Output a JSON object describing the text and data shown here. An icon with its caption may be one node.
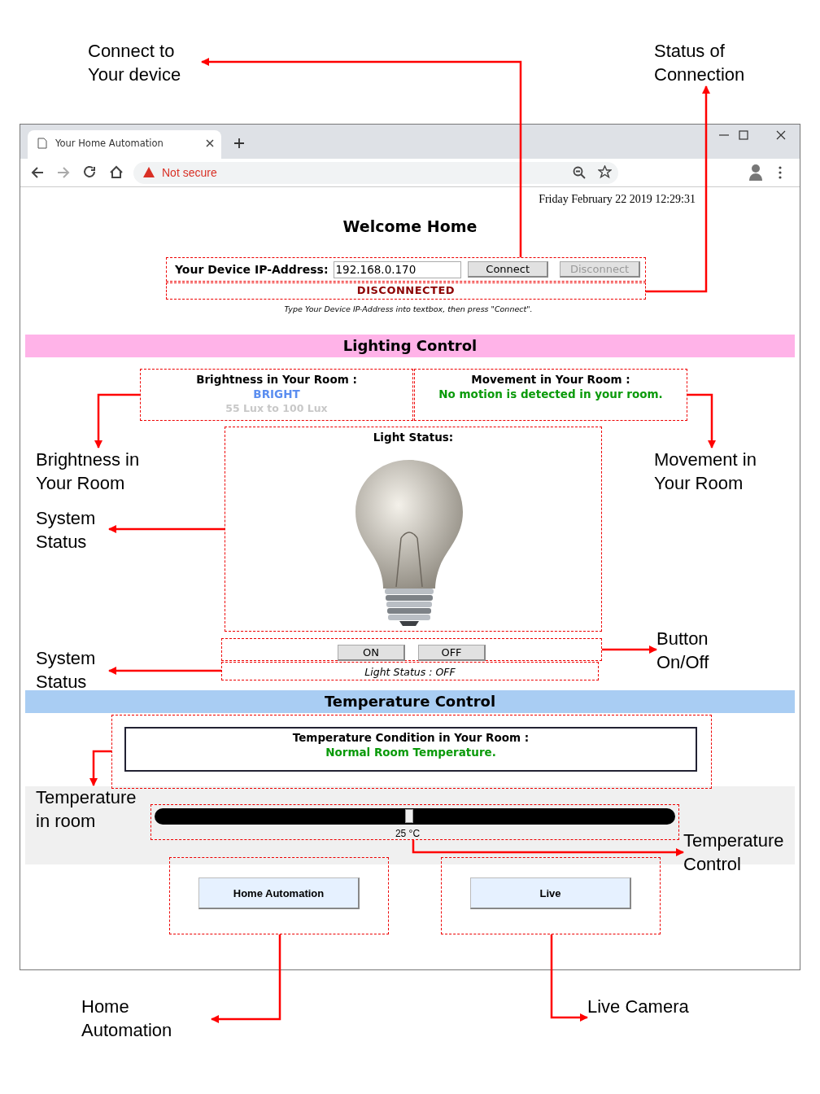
{
  "diagram": {
    "nodes": [
      {
        "text": [
          "Connect to Your device"
        ]
      },
      {
        "text": [
          "Status of Connection"
        ]
      },
      {
        "text": [
          "Your Device IP-Address:",
          "192.168.0.170",
          "Connect",
          "Disconnect"
        ]
      },
      {
        "text": [
          "DISCONNECTED"
        ]
      },
      {
        "text": [
          "Brightness in Your Room :",
          "BRIGHT",
          "55 Lux to 100 Lux"
        ]
      },
      {
        "text": [
          "Movement in Your Room :",
          "No motion is detected in your room."
        ]
      },
      {
        "text": [
          "Light Status:"
        ]
      },
      {
        "text": [
          "ON",
          "OFF"
        ]
      },
      {
        "text": [
          "Light Status : OFF"
        ]
      },
      {
        "text": [
          "Temperature Condition in Your Room :",
          "Normal Room Temperature."
        ]
      },
      {
        "text": [
          "25 °C"
        ]
      },
      {
        "text": [
          "Home Automation"
        ]
      },
      {
        "text": [
          "Live"
        ]
      },
      {
        "text": [
          "Brightness in Your Room"
        ]
      },
      {
        "text": [
          "Movement in Your Room"
        ]
      },
      {
        "text": [
          "System Status"
        ]
      },
      {
        "text": [
          "Button On/Off"
        ]
      },
      {
        "text": [
          "System Status"
        ]
      },
      {
        "text": [
          "Temperature in room"
        ]
      },
      {
        "text": [
          "Temperature Control"
        ]
      },
      {
        "text": [
          "Home Automation"
        ]
      },
      {
        "text": [
          "Live Camera"
        ]
      }
    ],
    "edges": [
      {
        "from": 2,
        "to": 0,
        "arrow": "to"
      },
      {
        "from": 3,
        "to": 1,
        "arrow": "to"
      },
      {
        "from": 4,
        "to": 13,
        "arrow": "to"
      },
      {
        "from": 5,
        "to": 14,
        "arrow": "to"
      },
      {
        "from": 6,
        "to": 15,
        "arrow": "to"
      },
      {
        "from": 7,
        "to": 16,
        "arrow": "to"
      },
      {
        "from": 8,
        "to": 17,
        "arrow": "to"
      },
      {
        "from": 9,
        "to": 18,
        "arrow": "to"
      },
      {
        "from": 10,
        "to": 19,
        "arrow": "to"
      },
      {
        "from": 11,
        "to": 20,
        "arrow": "to"
      },
      {
        "from": 12,
        "to": 21,
        "arrow": "to"
      }
    ],
    "labels": [
      "Your Home Automation",
      "Not secure",
      "Friday February 22 2019 12:29:31",
      "Welcome Home",
      "Type Your Device IP-Address into textbox, then press \"Connect\".",
      "Lighting Control",
      "Temperature Control"
    ]
  }
}
